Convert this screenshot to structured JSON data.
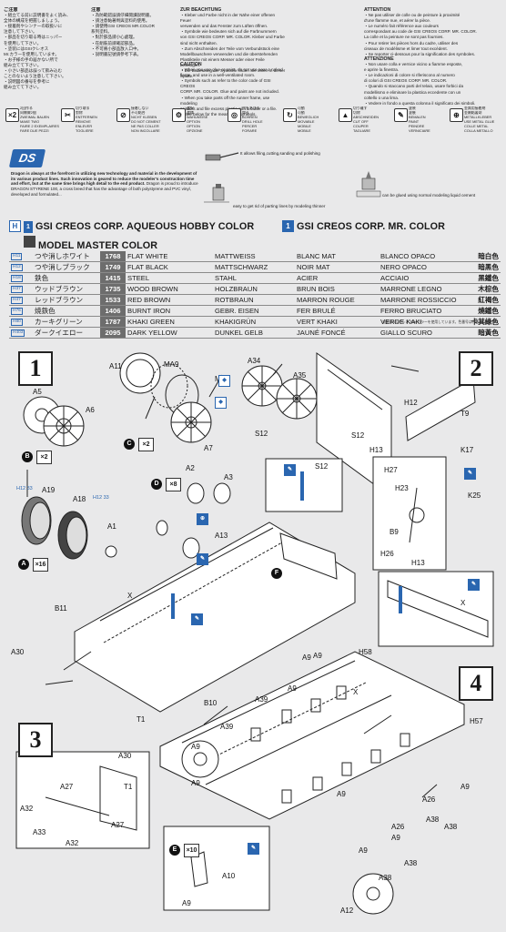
{
  "top_columns": [
    {
      "heading": "ご注意",
      "lines": [
        "・組立てる前に説明書をよく読み、",
        "  全体の構成を把握しましょう。",
        "・接着剤やシンナーの取扱いに",
        "  注意して下さい。",
        "・部品を切り取る時はニッパー",
        "  を使用して下さい。",
        "・塗装にはGSIクレオス",
        "  Mr.カラーを使用しています。",
        "・お子様の手の届かない所で",
        "  組み立てて下さい。",
        "・小さい部品は誤って飲み込む",
        "  ことのないよう注意して下さい。",
        "・説明図の番号を参考に",
        "  組み立てて下さい。"
      ]
    },
    {
      "heading": "注意",
      "lines": [
        "・為防範錯誤請仔細閱讀說明書。",
        "・請注意黏著劑與塗料的使用。",
        "・請使用GSI CREOS MR.COLOR",
        "  系列塗料。",
        "・對於部品請小心處理。",
        "・在組裝前請確認部品。",
        "・不可將小部品放入口中。",
        "・說明書記號請參考下表。"
      ]
    },
    {
      "heading": "ZUR BEACHTUNG",
      "lines": [
        "・Kleber und Farbe nicht in der Nähe einer offenen Feuer",
        "  verwenden und das Fenster zum Lüften öffnen.",
        "・Symbole wie  bedeuten sich auf die Farbnummern",
        "  von GSI CREOS CORP. MR. COLOR. Kleber und Farbe",
        "  sind nicht enthalten.",
        "・Zum Abschneiden der Teile vom Verbundstück eine",
        "  Modellbauschere verwenden und die überstehenden",
        "  Plastikteile mit einem Messer oder einer Feile beseitigen.",
        "・Die Bedeutung der Symbole finden Sie unten in dieser Spalte."
      ]
    },
    {
      "heading": "CAUTION",
      "lines": [
        "・When you use glue or paint, do not use near a naked",
        "  flame, and use in a well-ventilated room.",
        "・Symbols such as  refer to the color code of GSI CREOS",
        "  CORP. MR. COLOR. Glue and paint are not included.",
        "・When you take parts off the runner frame, use modeling",
        "  scissors and file excess plastic with a cutter or a file.",
        "・See below for the meaning of symbols."
      ]
    },
    {
      "heading": "ATTENTION",
      "lines": [
        "・Ne pas utiliser de colle ou de peinture à proximité",
        "  d'une flamme nue, et aérer la pièce.",
        "・Le numéro  fait référence aux couleurs",
        "  correspondant au code de GSI CREOS CORP. MR. COLOR.",
        "  La colle et la peinture ne sont pas fournies.",
        "・Pour retirer les pièces hors du cadre, utiliser des",
        "  ciseaux de modélisme et limer tout excédent.",
        "・Se reporter ci-dessous pour la signification des symboles."
      ]
    },
    {
      "heading": "ATTENZIONE",
      "lines": [
        "・Non usare colla e vernice vicino a fiamme esposte,",
        "  e aprire la finestra.",
        "・Le indicazioni di colore  si riferiscono al numero",
        "  di colori di GSI CREOS CORP. MR. COLOR.",
        "・Quando si staccano parti del telaio, usare forbici da",
        "  modellismo e eliminare la plastica eccedente con un",
        "  coltello o una lima.",
        "・Vedere in fondo a questa colonna il significato dei simboli."
      ]
    }
  ],
  "symbols": [
    {
      "icon": "×2",
      "name": "make-two-icon",
      "lines": [
        "2回作る",
        "同樣做2個",
        "ZWEIMAL BAUEN",
        "MAKE TWO",
        "FAIRE 2 EXEMPLAIRES",
        "FARE DUE PEZZI"
      ]
    },
    {
      "icon": "✂",
      "name": "remove-icon",
      "lines": [
        "切り取る",
        "剪除",
        "ENTFERNEN",
        "REMOVE",
        "ENLEVER",
        "TOGLIERE"
      ]
    },
    {
      "icon": "⊘",
      "name": "do-not-cement-icon",
      "lines": [
        "接着しない",
        "不可黏合",
        "NICHT KLEBEN",
        "DO NOT CEMENT",
        "NE PAS COLLER",
        "NON INCOLLARE"
      ]
    },
    {
      "icon": "⚙",
      "name": "option-icon",
      "lines": [
        "選択",
        "選擇",
        "WAHLWEISE",
        "OPTION",
        "OPTION",
        "OPZIONE"
      ]
    },
    {
      "icon": "◎",
      "name": "drill-hole-icon",
      "lines": [
        "穴をあける",
        "穿孔",
        "BOHREN",
        "DRILL HOLE",
        "PERCER",
        "FORARE"
      ]
    },
    {
      "icon": "↻",
      "name": "rotate-icon",
      "lines": [
        "可動",
        "可動",
        "BEWEGLICH",
        "MOVABLE",
        "MOBILE",
        "MOBILE"
      ]
    },
    {
      "icon": "▲",
      "name": "cut-off-icon",
      "lines": [
        "切り離す",
        "切除",
        "ABSCHNEIDEN",
        "CUT OFF",
        "COUPER",
        "TAGLIARE"
      ]
    },
    {
      "icon": "✎",
      "name": "paint-icon",
      "lines": [
        "塗装",
        "塗裝",
        "BEMALEN",
        "PAINT",
        "PEINDRE",
        "VERNICIARE"
      ]
    },
    {
      "icon": "⊕",
      "name": "metal-glue-icon",
      "lines": [
        "金属用接着剤",
        "金屬黏著劑",
        "METALLKLEBER",
        "USE METAL GLUE",
        "COLLE METAL",
        "COLLA METALLO"
      ]
    }
  ],
  "band": {
    "logo": "DS",
    "text_lead": "Dragon is always at the forefront in utilizing new technology and material in the development of its various product lines. Such innovation is geared to reduce the modeler's construction time and effort, but at the same time brings high detail to the end product.",
    "text_more": "Dragon is proud to introduce DRAGON STYRENE 100, a cross breed that has the advantage of both polystyrene and PVC vinyl, developed and formulated...",
    "tip1": "It allows filing,cutting,sanding and polishing",
    "tip2": "easy to get rid of parting lines by modeling thinner",
    "tip3": "can be glued using normal modeling liquid cement"
  },
  "color_header": {
    "line1_prefix": "H",
    "line1": "GSI CREOS CORP. AQUEOUS HOBBY COLOR",
    "line1b_prefix": "1",
    "line1b": "GSI CREOS CORP. MR. COLOR",
    "line2": "MODEL MASTER COLOR"
  },
  "colors": [
    {
      "code": "H11",
      "jp": "つや消しホワイト",
      "num": "1768",
      "en": "FLAT WHITE",
      "de": "MATTWEISS",
      "fr": "BLANC MAT",
      "it": "BLANCO OPACO",
      "cn": "暗白色"
    },
    {
      "code": "H12",
      "jp": "つや消しブラック",
      "num": "1749",
      "en": "FLAT BLACK",
      "de": "MATTSCHWARZ",
      "fr": "NOIR MAT",
      "it": "NERO OPACO",
      "cn": "暗黑色"
    },
    {
      "code": "H18",
      "jp": "鉄色",
      "num": "1415",
      "en": "STEEL",
      "de": "STAHL",
      "fr": "ACIER",
      "it": "ACCIAIO",
      "cn": "黑鐵色"
    },
    {
      "code": "H37",
      "jp": "ウッドブラウン",
      "num": "1735",
      "en": "WOOD BROWN",
      "de": "HOLZBRAUN",
      "fr": "BRUN BOIS",
      "it": "MARRONE LEGNO",
      "cn": "木棕色"
    },
    {
      "code": "H47",
      "jp": "レッドブラウン",
      "num": "1533",
      "en": "RED BROWN",
      "de": "ROTBRAUN",
      "fr": "MARRON ROUGE",
      "it": "MARRONE ROSSICCIO",
      "cn": "紅褐色"
    },
    {
      "code": "H76",
      "jp": "焼鉄色",
      "num": "1406",
      "en": "BURNT IRON",
      "de": "GEBR. EISEN",
      "fr": "FER BRULÉ",
      "it": "FERRO BRUCIATO",
      "cn": "燒鐵色"
    },
    {
      "code": "H80",
      "jp": "カーキグリーン",
      "num": "1787",
      "en": "KHAKI GREEN",
      "de": "KHAKIGRÜN",
      "fr": "VERT KHAKI",
      "it": "VERDE KAKI",
      "cn": "卡其綠色"
    },
    {
      "code": "H403",
      "jp": "ダークイエロー",
      "num": "2095",
      "en": "DARK YELLOW",
      "de": "DUNKEL GELB",
      "fr": "JAUNÉ FONCÉ",
      "it": "GIALLO SCURO",
      "cn": "暗黃色"
    }
  ],
  "note_right": "塗装はGSIクレオスMr.カラーを使用しています。色番号は代表的な物です。",
  "steps": [
    "1",
    "2",
    "3",
    "4"
  ],
  "parts": {
    "step1": [
      "A11",
      "MA9",
      "MA9",
      "A34",
      "A35",
      "A5",
      "A6",
      "A7",
      "A19",
      "A18",
      "A1",
      "A2",
      "A3",
      "A13",
      "S12",
      "S12"
    ],
    "step2": [
      "H12",
      "T9",
      "K17",
      "S12",
      "H13",
      "H27",
      "H23",
      "K25",
      "B9",
      "H26",
      "H13",
      "X"
    ],
    "step3": [
      "A27",
      "T1",
      "A32",
      "A33",
      "A27",
      "A32"
    ],
    "step4": [
      "H58",
      "A9",
      "A39",
      "A9",
      "A39",
      "A9",
      "A9",
      "A9",
      "A26",
      "A38",
      "A26",
      "A9",
      "A38",
      "A9",
      "A9",
      "A38",
      "A38",
      "A12",
      "H57",
      "A9",
      "A10",
      "A9",
      "B11",
      "B10",
      "A30",
      "A30",
      "T1",
      "X",
      "X"
    ]
  },
  "callouts": {
    "b": "B",
    "b_mult": "×2",
    "c": "C",
    "c_mult": "×2",
    "d": "D",
    "d_mult": "×8",
    "a": "A",
    "a_mult": "×16",
    "e": "E",
    "e_mult": "×10",
    "f": "F",
    "h12_33": "H12 33",
    "h12_33b": "H12 33"
  }
}
